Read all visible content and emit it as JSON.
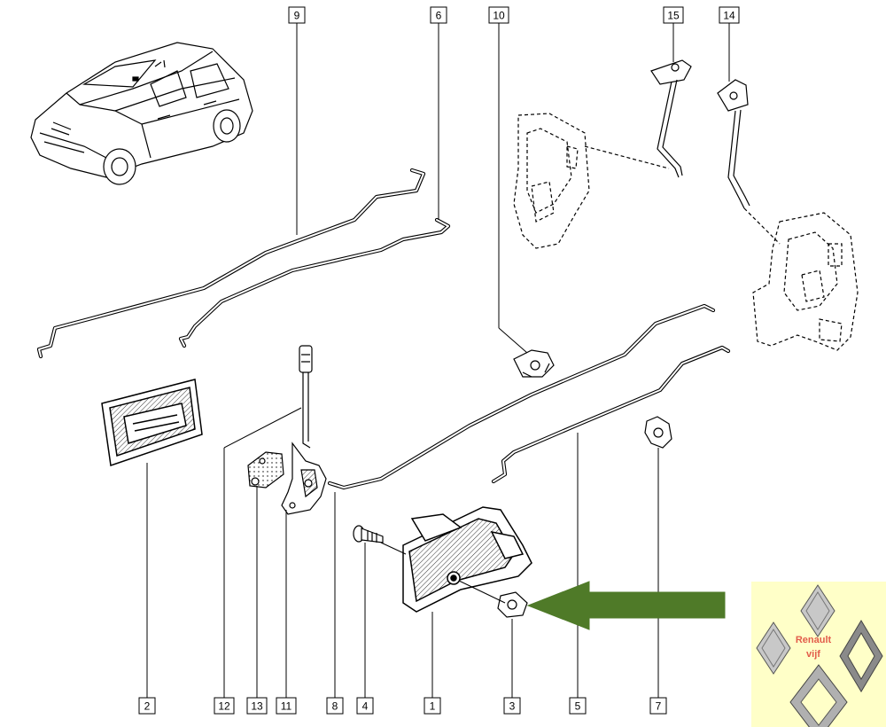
{
  "callouts": {
    "top": [
      {
        "label": "9"
      },
      {
        "label": "6"
      },
      {
        "label": "10"
      },
      {
        "label": "15"
      },
      {
        "label": "14"
      }
    ],
    "bottom": [
      {
        "label": "2"
      },
      {
        "label": "12"
      },
      {
        "label": "13"
      },
      {
        "label": "11"
      },
      {
        "label": "8"
      },
      {
        "label": "4"
      },
      {
        "label": "1"
      },
      {
        "label": "3"
      },
      {
        "label": "5"
      },
      {
        "label": "7"
      }
    ]
  },
  "highlight_arrow": {
    "color": "#4f7a28",
    "points_to": "3"
  },
  "logo": {
    "line1": "Renault",
    "line2": "vijf",
    "background": "#ffffc8",
    "text_color": "#e25c4a",
    "icon": "renault-diamond-icon"
  },
  "colors": {
    "line": "#000000",
    "background": "#ffffff"
  }
}
